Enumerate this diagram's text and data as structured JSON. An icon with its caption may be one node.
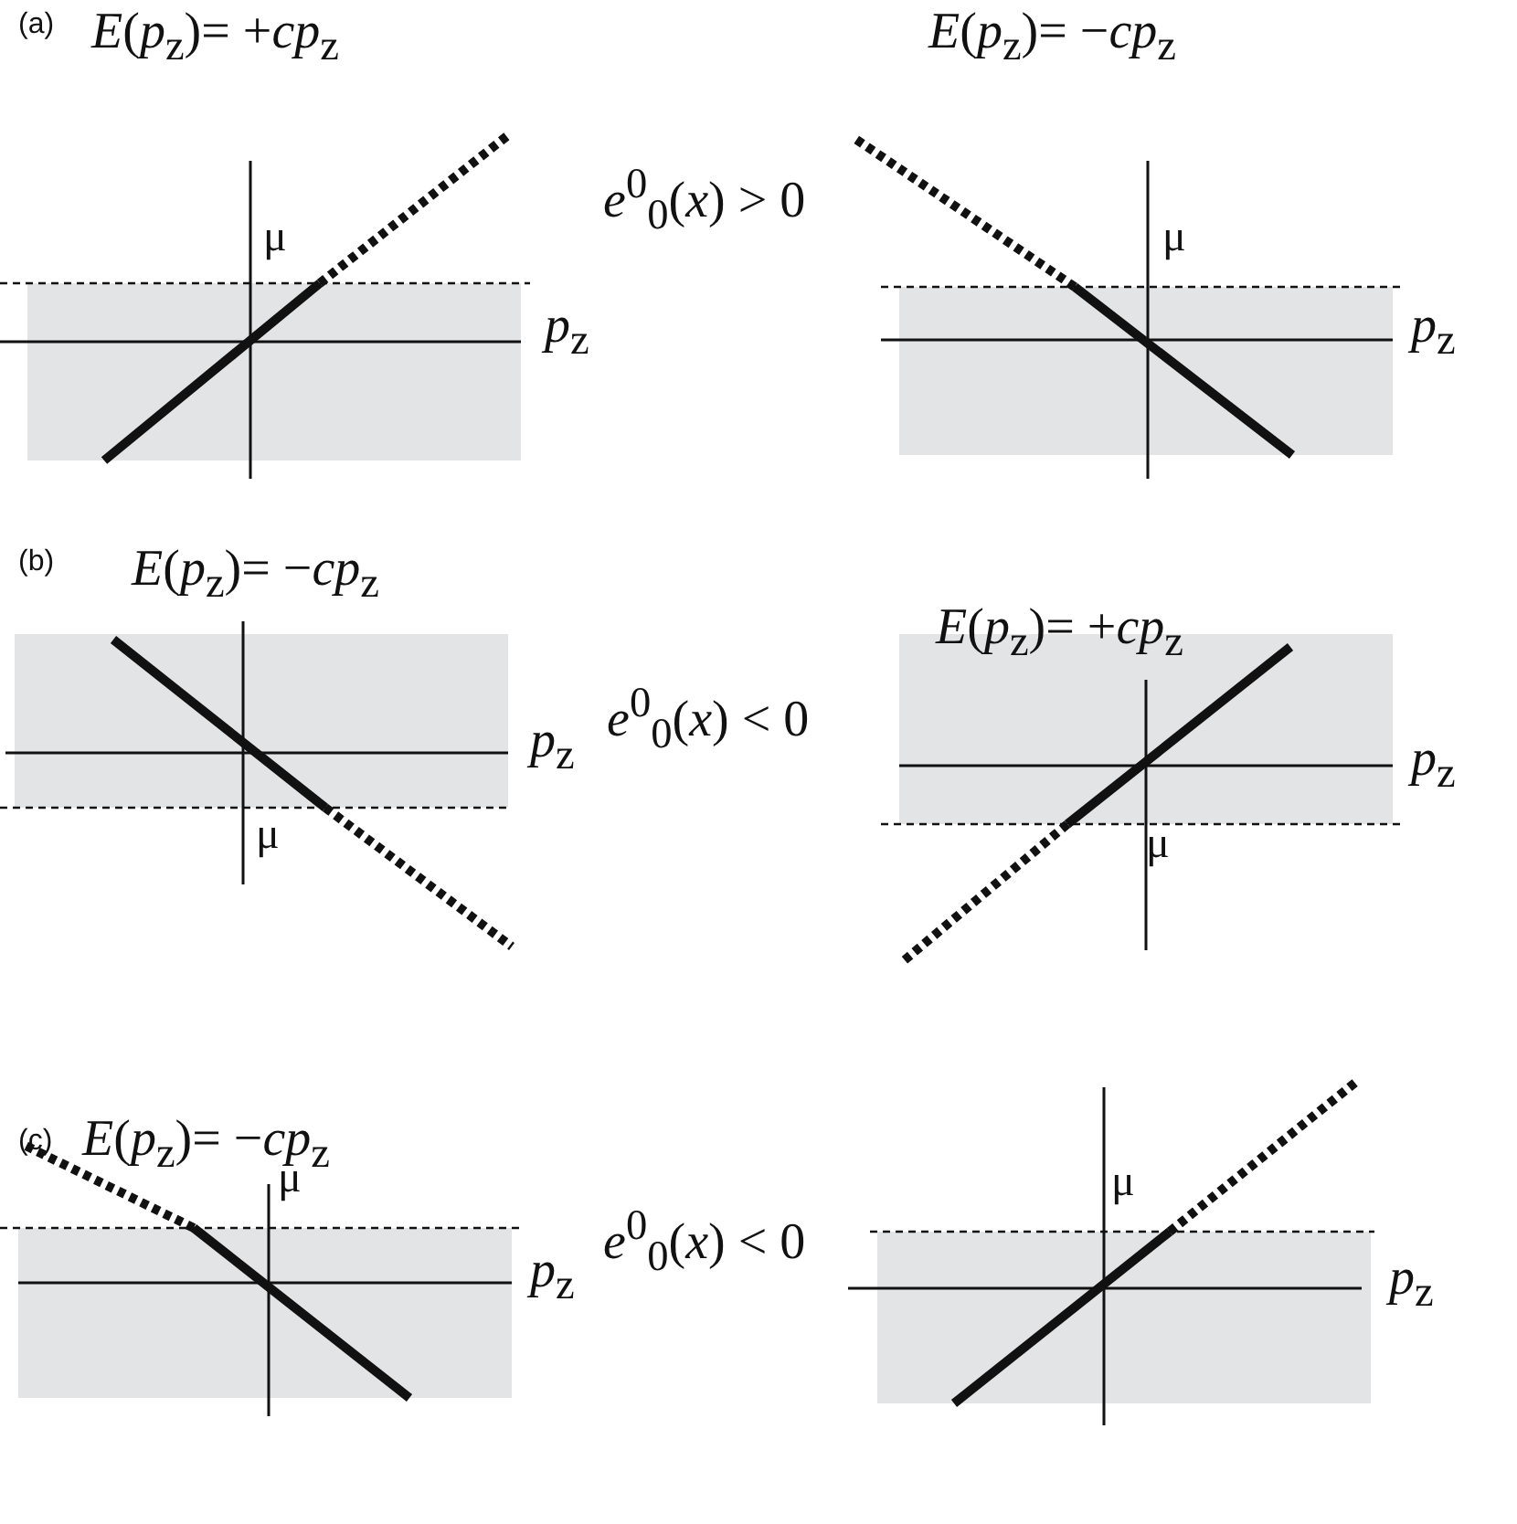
{
  "diagram": {
    "labels": [
      "(a)",
      "*E*(*p*$_{z}$)= +*cp*$_{z}$",
      "*E*(*p*$_{z}$)= −*cp*$_{z}$",
      "*e*$^{0}$$_{0}$(*x*) > 0",
      "μ",
      "*p*$_{z}$",
      "μ",
      "*p*$_{z}$",
      "(b)",
      "*E*(*p*$_{z}$)= −*cp*$_{z}$",
      "*E*(*p*$_{z}$)= +*cp*$_{z}$",
      "*e*$^{0}$$_{0}$(*x*) < 0",
      "*p*$_{z}$",
      "μ",
      "*p*$_{z}$",
      "μ",
      "(c)",
      "*E*(*p*$_{z}$)= −*cp*$_{z}$",
      "μ",
      "*e*$^{0}$$_{0}$(*x*) < 0",
      "μ",
      "*p*$_{z}$",
      "*p*$_{z}$"
    ]
  }
}
